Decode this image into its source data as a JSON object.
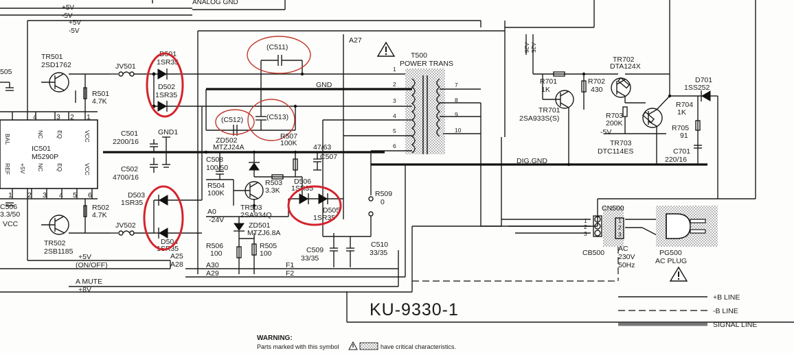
{
  "top": {
    "plus5v": "+5V",
    "minus5v": "-5V",
    "analog_gnd": "ANALOG GND",
    "plus5v_b": "+5V",
    "minus5v_b": "-5V",
    "a27": "A27"
  },
  "left_ic": {
    "name": "IC501",
    "part": "M5290P",
    "top_pins": [
      "505",
      "4",
      "3",
      "2",
      "1"
    ],
    "pin_labels": [
      "BAL",
      "NC",
      "EQ",
      "VCC",
      "REF",
      "+5V",
      "NC",
      "EQ",
      "VCC"
    ],
    "bottom_pins": [
      "1",
      "2",
      "3",
      "4",
      "5",
      "6"
    ]
  },
  "transistors": {
    "tr501": {
      "name": "TR501",
      "part": "2SD1762"
    },
    "tr502": {
      "name": "TR502",
      "part": "2SB1185"
    },
    "tr503": {
      "name": "TR503",
      "part": "2SA934Q"
    },
    "tr701": {
      "name": "TR701",
      "part": "2SA933S(S)"
    },
    "tr702": {
      "name": "TR702",
      "part": "DTA124X"
    },
    "tr703": {
      "name": "TR703",
      "part": "DTC114ES"
    }
  },
  "resistors": {
    "r501": {
      "name": "R501",
      "value": "4.7K"
    },
    "r502": {
      "name": "R502",
      "value": "4.7K"
    },
    "r503": {
      "name": "R503",
      "value": "3.3K"
    },
    "r504": {
      "name": "R504",
      "value": "100K"
    },
    "r505": {
      "name": "R505",
      "value": "100"
    },
    "r506": {
      "name": "R506",
      "value": "100"
    },
    "r507": {
      "name": "R507",
      "value": "100K"
    },
    "r509": {
      "name": "R509",
      "value": "0"
    },
    "r701": {
      "name": "R701",
      "value": "1K"
    },
    "r702": {
      "name": "R702",
      "value": "430"
    },
    "r703": {
      "name": "R703",
      "value": "200K"
    },
    "r704": {
      "name": "R704",
      "value": "1K"
    },
    "r705": {
      "name": "R705",
      "value": "91"
    }
  },
  "capacitors": {
    "c501": {
      "name": "C501",
      "value": "2200/16"
    },
    "c502": {
      "name": "C502",
      "value": "4700/16"
    },
    "c506": {
      "name": "C506",
      "value": "3.3/50"
    },
    "c507": {
      "name": "C507",
      "value": "47/63"
    },
    "c508": {
      "name": "C508",
      "value": "100/50"
    },
    "c509": {
      "name": "C509",
      "value": "33/35"
    },
    "c510": {
      "name": "C510",
      "value": "33/35"
    },
    "c511": "(C511)",
    "c512": "(C512)",
    "c513": "(C513)",
    "c701": {
      "name": "C701",
      "value": "220/16"
    }
  },
  "diodes": {
    "d501": {
      "name": "D501",
      "part": "1SR35"
    },
    "d502": {
      "name": "D502",
      "part": "1SR35"
    },
    "d503": {
      "name": "D503",
      "part": "1SR35"
    },
    "d504": {
      "name": "D504",
      "part": "1SR35"
    },
    "d505": {
      "name": "D505",
      "part": "1SR35"
    },
    "d506": {
      "name": "D506",
      "part": "1SR35"
    },
    "d701": {
      "name": "D701",
      "part": "1SS252"
    },
    "zd501": {
      "name": "ZD501",
      "part": "MTZJ6.8A"
    },
    "zd502": {
      "name": "ZD502",
      "part": "MTZJ24A"
    }
  },
  "jumpers": {
    "jv501": "JV501",
    "jv502": "JV502",
    "gnd1": "GND1",
    "vcc": "VCC"
  },
  "transformer": {
    "name": "T500",
    "part": "POWER TRANS",
    "primary_pins": [
      "1",
      "2",
      "3",
      "4",
      "5",
      "6"
    ],
    "secondary_pins": [
      "7",
      "8",
      "9",
      "10"
    ]
  },
  "nets": {
    "gnd": "GND",
    "dig_gnd": "DIG.GND",
    "a0": "A0",
    "minus24v": "-24V",
    "minus5v": "-5V",
    "a25": "A25",
    "a28": "A28",
    "a30": "A30",
    "a29": "A29",
    "f1": "F1",
    "f2": "F2",
    "plus5v_onoff": "+5V",
    "onoff": "(ON/OFF)",
    "amute": "A MUTE",
    "plus8v": "+8V",
    "a26": "A26",
    "a25_top": "A25"
  },
  "connector": {
    "name": "CN500",
    "cable": "CB500",
    "pins": [
      "1",
      "2",
      "3"
    ],
    "pins2": [
      "1",
      "2",
      "3"
    ],
    "ac": "AC",
    "voltage": "230V",
    "freq": "50Hz"
  },
  "plug": {
    "name": "PG500",
    "label": "AC PLUG"
  },
  "board_id": "KU-9330-1",
  "legend": {
    "items": [
      "+B LINE",
      "-B LINE",
      "SIGNAL LINE"
    ]
  },
  "warning": {
    "title": "WARNING:",
    "text_a": "Parts marked with this symbol",
    "text_b": "have critical characteristics."
  }
}
